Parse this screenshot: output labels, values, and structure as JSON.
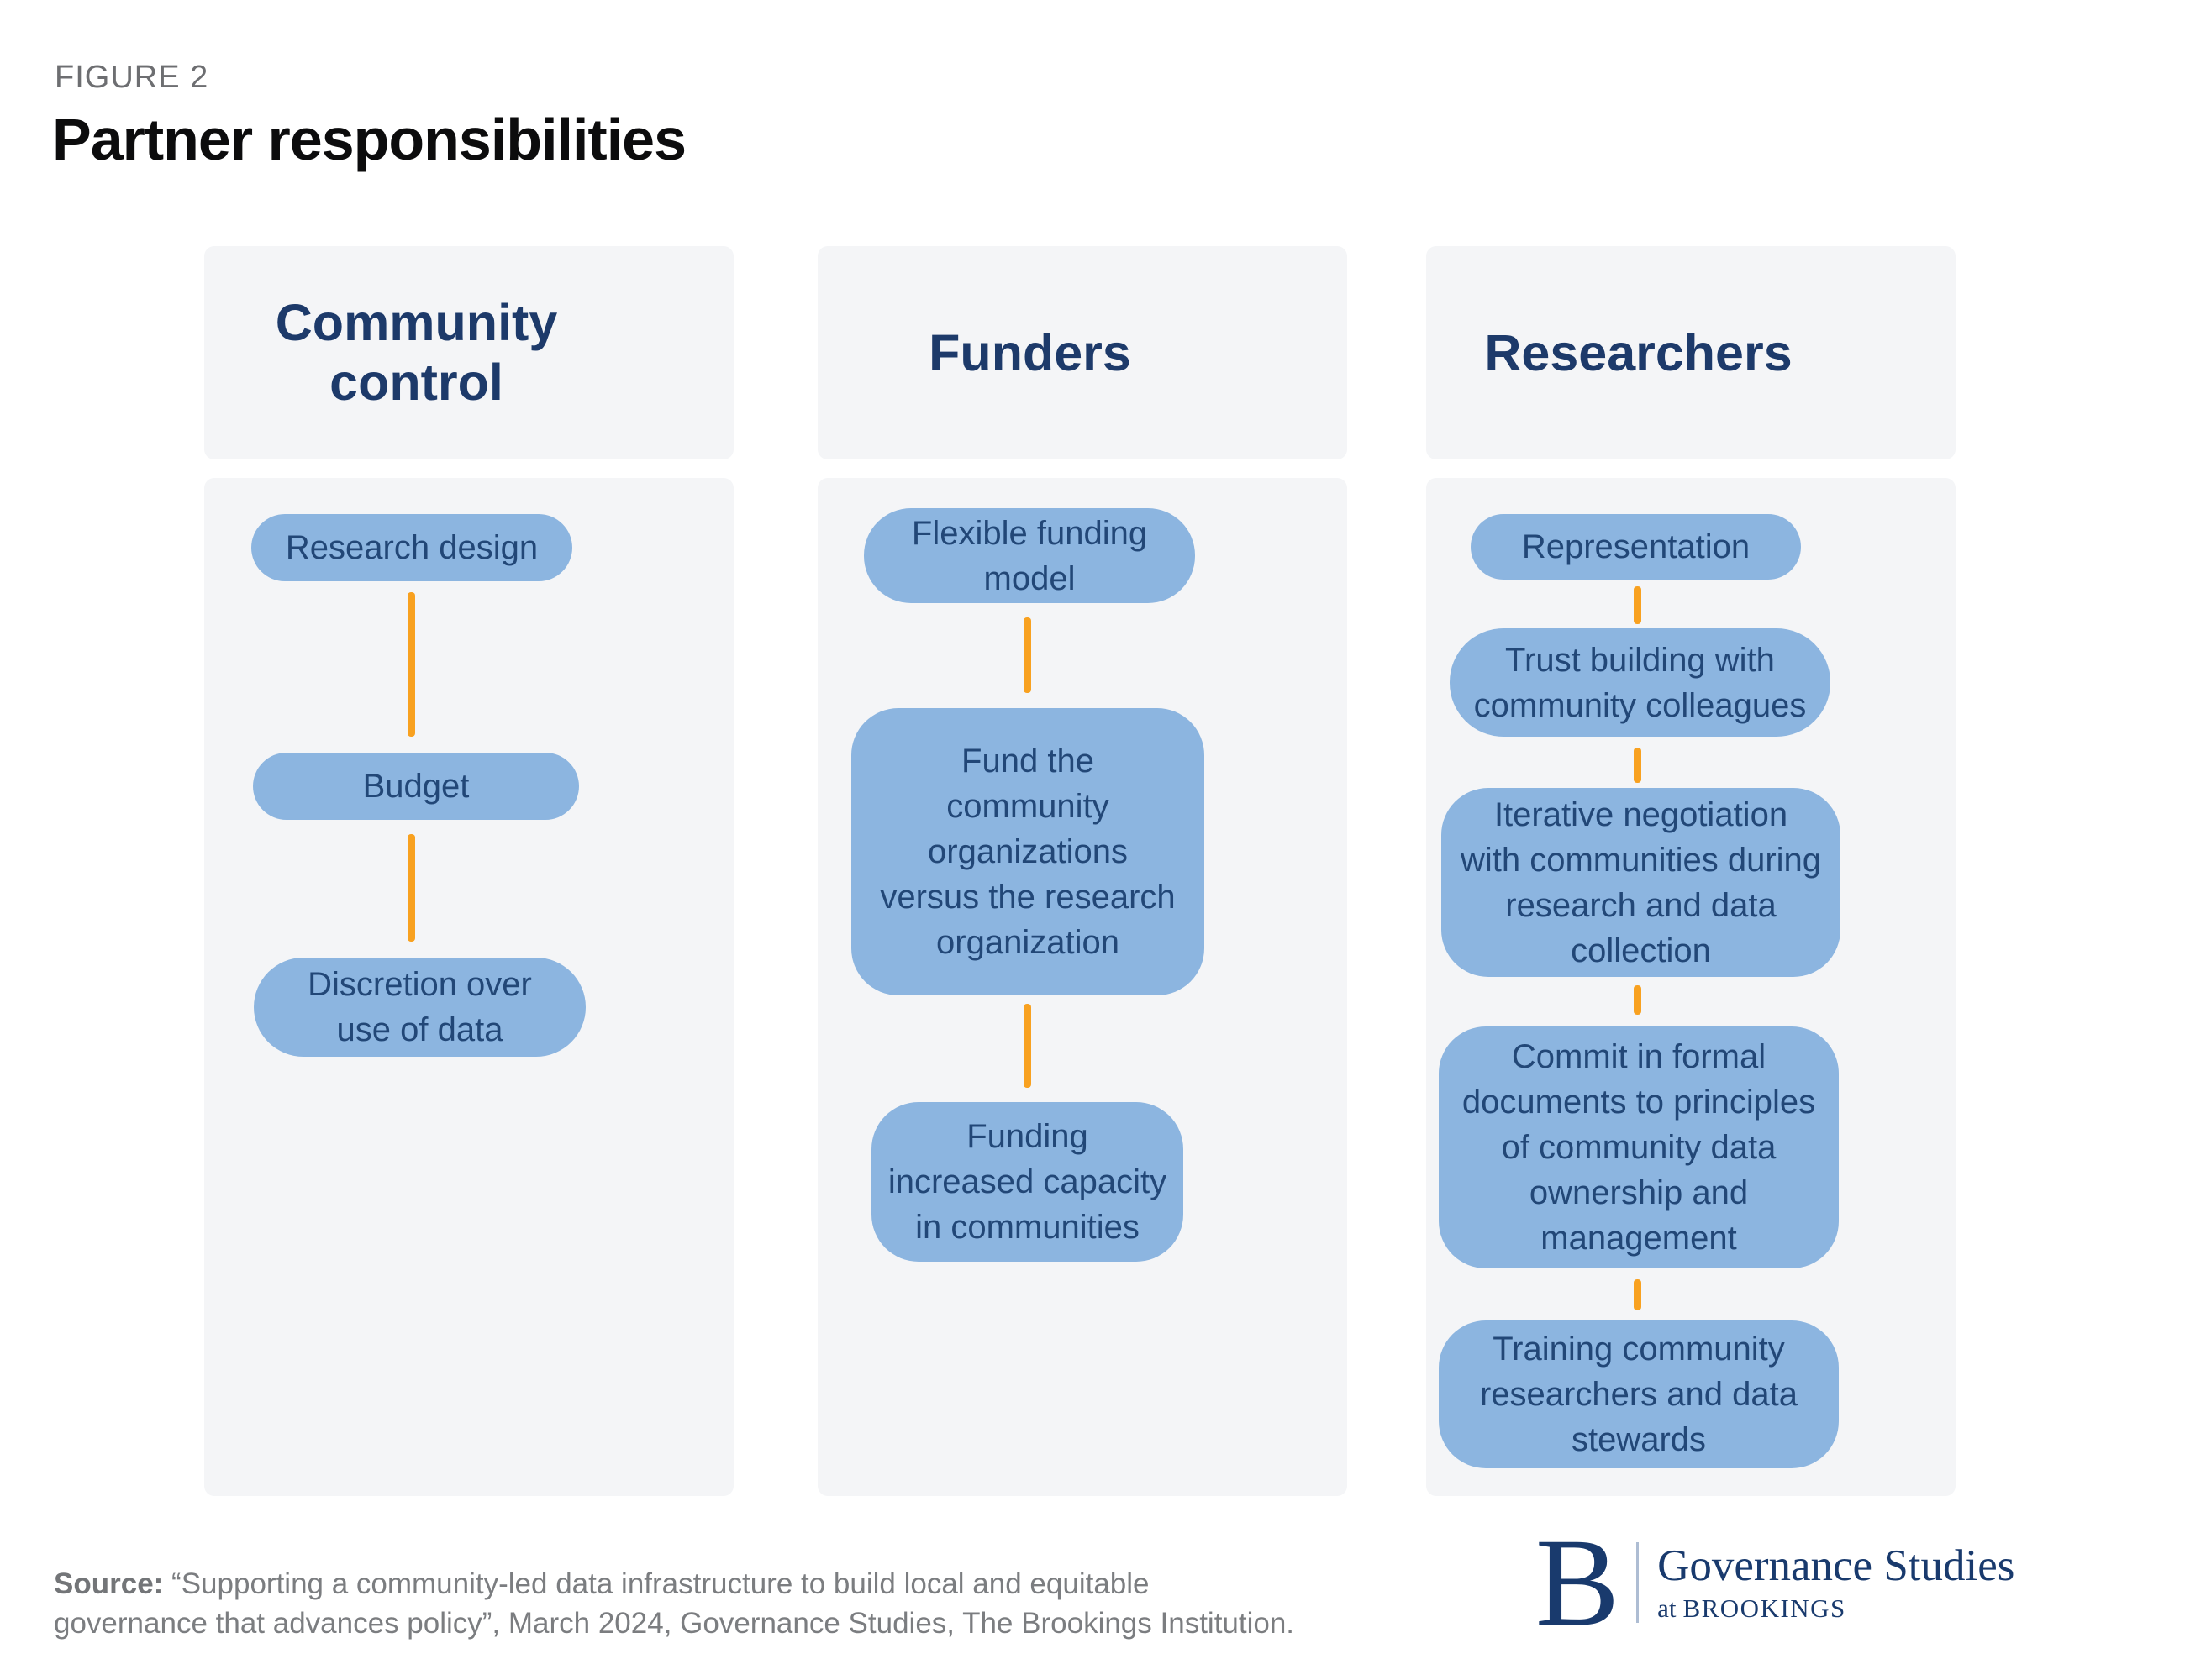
{
  "figure": {
    "label": "FIGURE 2",
    "title": "Partner responsibilities"
  },
  "columns": [
    {
      "title": "Community\ncontrol",
      "boxes": [
        "Research design",
        "Budget",
        "Discretion over\nuse of data"
      ]
    },
    {
      "title": "Funders",
      "boxes": [
        "Flexible funding\nmodel",
        "Fund the\ncommunity\norganizations\nversus the research\norganization",
        "Funding\nincreased capacity\nin communities"
      ]
    },
    {
      "title": "Researchers",
      "boxes": [
        "Representation",
        "Trust building with\ncommunity colleagues",
        "Iterative negotiation\nwith communities during\nresearch and data\ncollection",
        "Commit in formal\ndocuments to principles\nof community data\nownership and\nmanagement",
        "Training community\nresearchers and data\nstewards"
      ]
    }
  ],
  "source": {
    "label": "Source:",
    "text": "“Supporting a community-led data infrastructure to build local and equitable\ngovernance that advances policy”, March 2024, Governance Studies, The Brookings Institution."
  },
  "logo": {
    "monogram": "B",
    "org": "Governance Studies",
    "tagline_prefix": "at",
    "tagline": "BROOKINGS"
  },
  "colors": {
    "box_blue": "#8cb5e0",
    "navy_header": "#1d3a6a",
    "navy_box_text": "#224777",
    "connector_orange": "#f8a120",
    "panel_gray": "#f4f5f7",
    "logo_navy": "#193a6d",
    "source_gray": "#7b7d80"
  }
}
